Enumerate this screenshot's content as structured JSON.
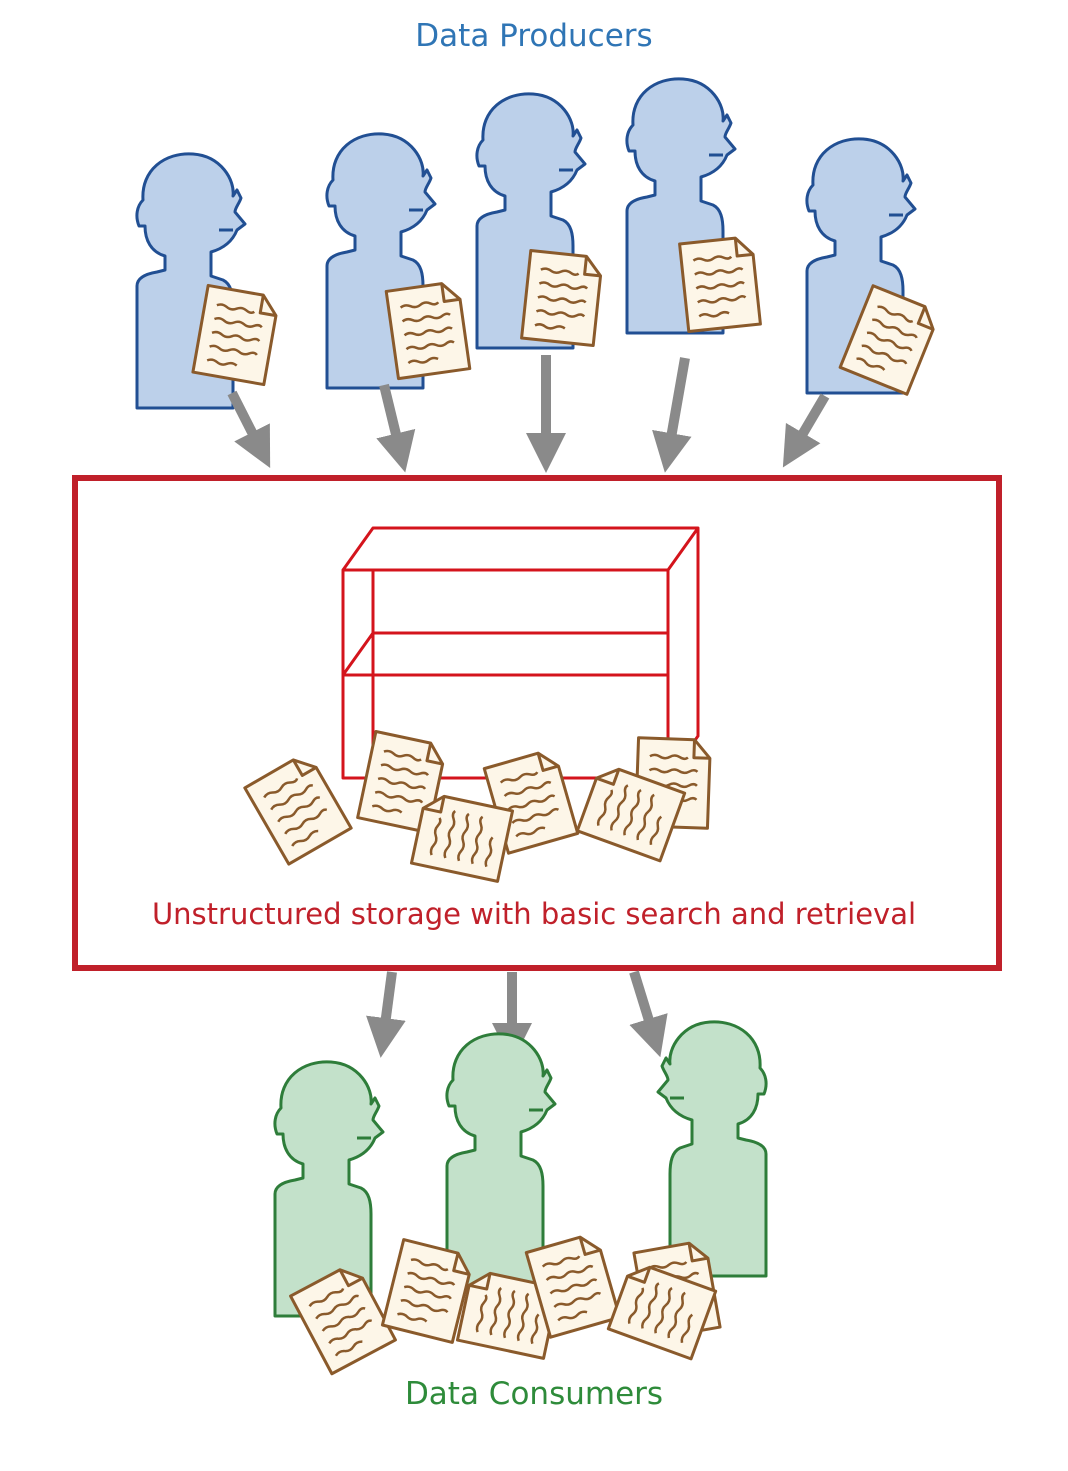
{
  "producers_label": "Data Producers",
  "consumers_label": "Data Consumers",
  "storage": {
    "caption": "Unstructured storage with basic search and retrieval"
  },
  "icons": {
    "person": "person-silhouette-icon",
    "document": "paper-document-icon",
    "arrow": "arrow-down-icon",
    "shelf": "bookshelf-icon"
  },
  "colors": {
    "producer_fill": "#bcd0ea",
    "producer_stroke": "#214f93",
    "producer_text": "#2f75b5",
    "consumer_fill": "#c3e1ca",
    "consumer_stroke": "#2e7d3a",
    "consumer_text": "#2e8b3a",
    "document_fill": "#fdf6e8",
    "document_stroke": "#8a5a2b",
    "storage_border": "#c0202a",
    "arrow": "#8a8a8a"
  }
}
